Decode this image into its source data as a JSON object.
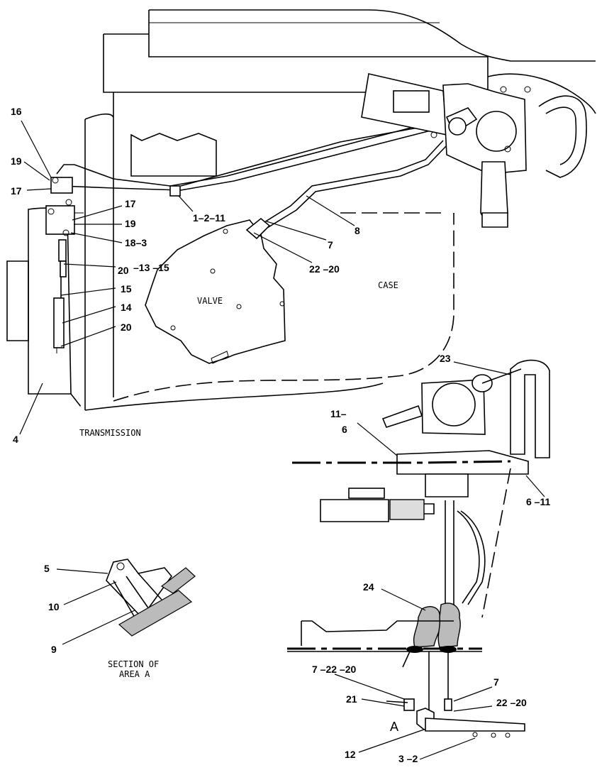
{
  "text_labels": {
    "valve": "VALVE",
    "case": "CASE",
    "transmission": "TRANSMISSION",
    "section_line1": "SECTION OF",
    "section_line2": "AREA A",
    "area_letter": "A"
  },
  "callouts": {
    "c16": "16",
    "c19a": "19",
    "c17a": "17",
    "c17b": "17",
    "c19b": "19",
    "c18_3": "18–3",
    "c20a": "20",
    "c13_15": "–13 –15",
    "c15": "15",
    "c14": "14",
    "c20b": "20",
    "c4": "4",
    "c1_2_11": "1–2–11",
    "c7a": "7",
    "c8": "8",
    "c22_20a": "22 –20",
    "c23": "23",
    "c11_6a": "11–",
    "c11_6b": "6",
    "c6_11": "6 –11",
    "c5": "5",
    "c10": "10",
    "c9": "9",
    "c24": "24",
    "c7_22_20": "7 –22 –20",
    "c7b": "7",
    "c21": "21",
    "c22_20b": "22 –20",
    "c12": "12",
    "c3_2": "3 –2"
  }
}
